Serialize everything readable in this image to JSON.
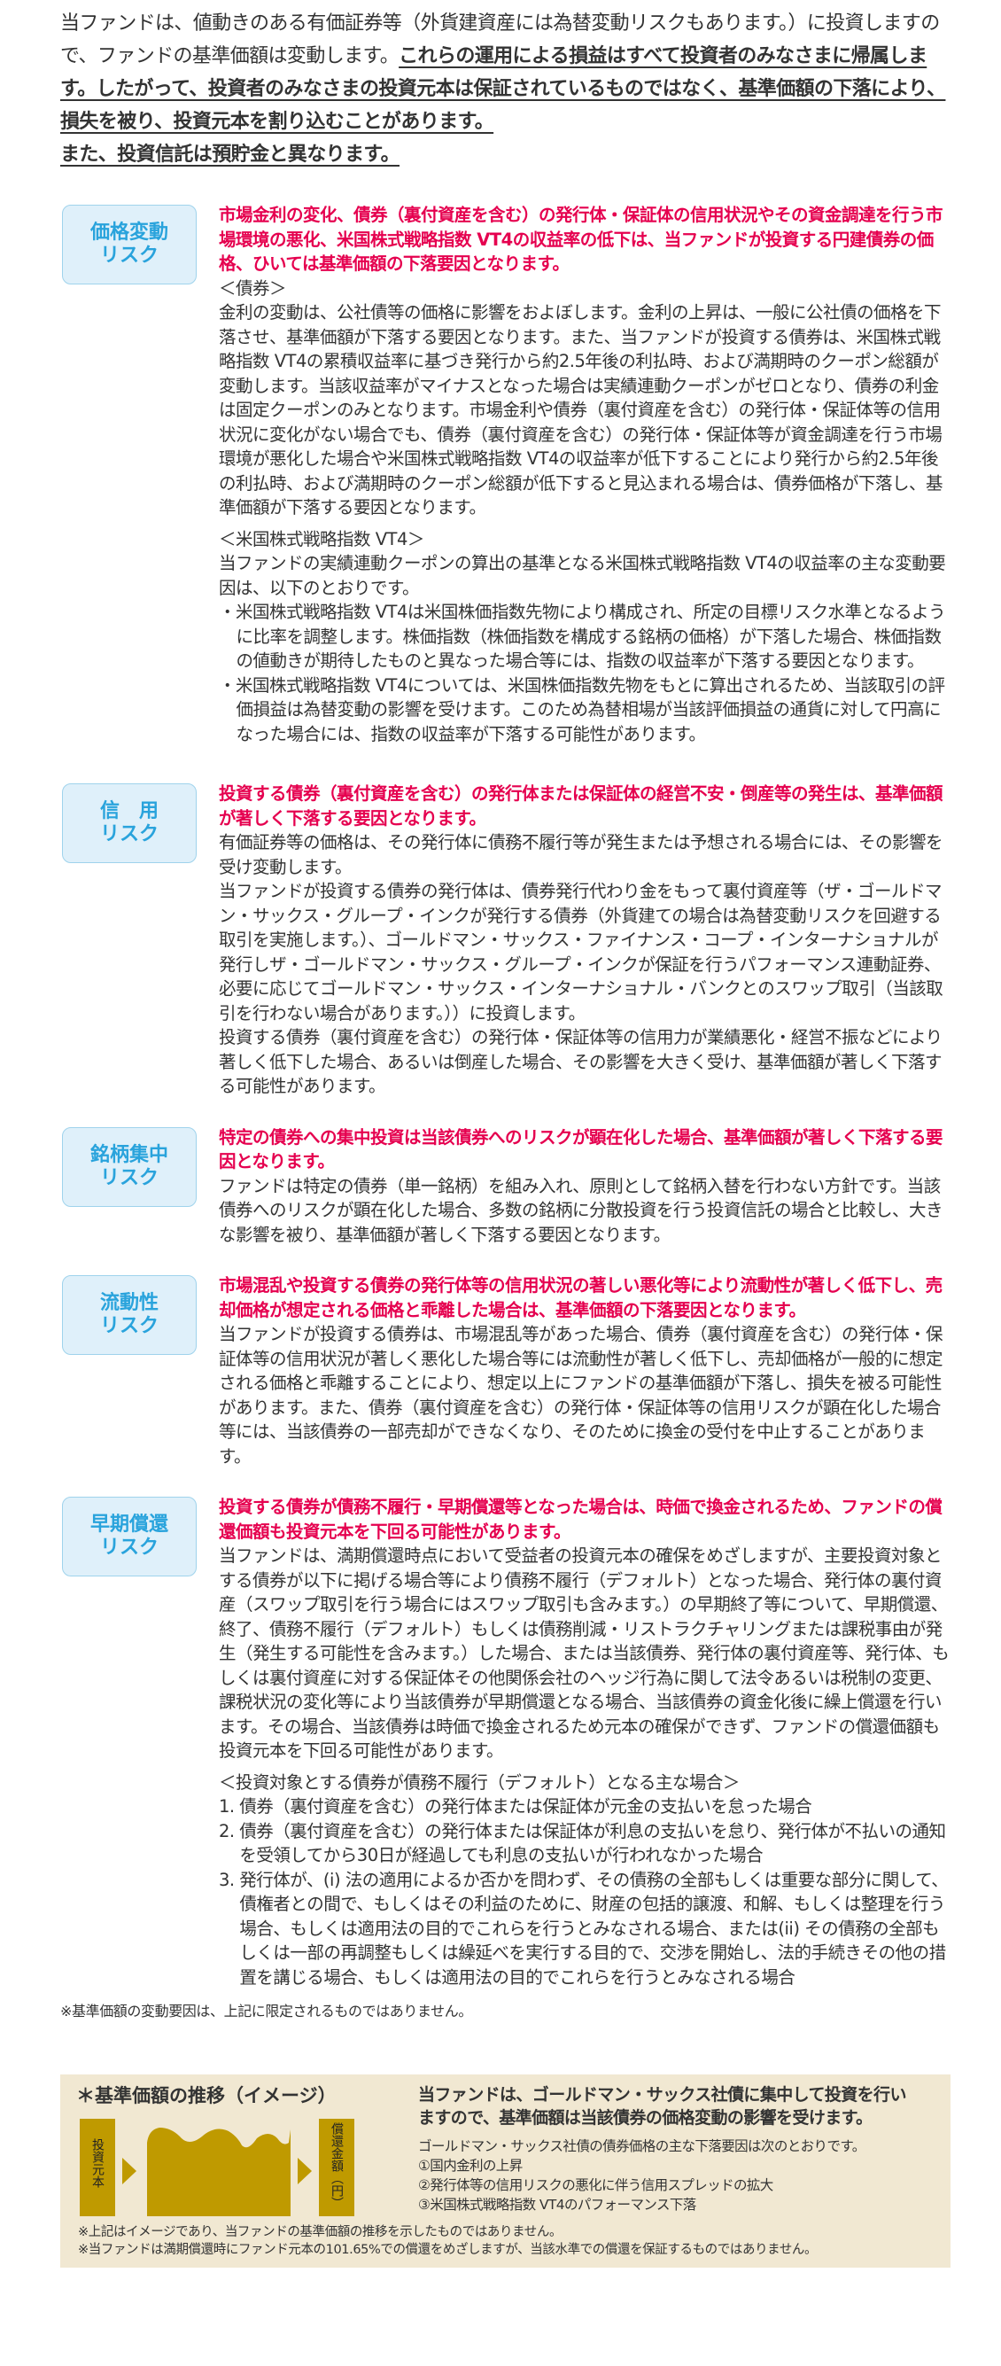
{
  "intro": {
    "plain": "当ファンドは、値動きのある有価証券等（外貨建資産には為替変動リスクもあります。）に投資しますので、ファンドの基準価額は変動します。",
    "underlined": "これらの運用による損益はすべて投資者のみなさまに帰属します。したがって、投資者のみなさまの投資元本は保証されているものではなく、基準価額の下落により、損失を被り、投資元本を割り込むことがあります。",
    "underlined2": "また、投資信託は預貯金と異なります。"
  },
  "sections": [
    {
      "label1": "価格変動",
      "label2": "リスク",
      "lead": "市場金利の変化、債券（裏付資産を含む）の発行体・保証体の信用状況やその資金調達を行う市場環境の悪化、米国株式戦略指数 VT4の収益率の低下は、当ファンドが投資する円建債券の価格、ひいては基準価額の下落要因となります。",
      "sub1": "＜債券＞",
      "p1": "金利の変動は、公社債等の価格に影響をおよぼします。金利の上昇は、一般に公社債の価格を下落させ、基準価額が下落する要因となります。また、当ファンドが投資する債券は、米国株式戦略指数 VT4の累積収益率に基づき発行から約2.5年後の利払時、および満期時のクーポン総額が変動します。当該収益率がマイナスとなった場合は実績連動クーポンがゼロとなり、債券の利金は固定クーポンのみとなります。市場金利や債券（裏付資産を含む）の発行体・保証体等の信用状況に変化がない場合でも、債券（裏付資産を含む）の発行体・保証体等が資金調達を行う市場環境が悪化した場合や米国株式戦略指数 VT4の収益率が低下することにより発行から約2.5年後の利払時、および満期時のクーポン総額が低下すると見込まれる場合は、債券価格が下落し、基準価額が下落する要因となります。",
      "sub2": "＜米国株式戦略指数 VT4＞",
      "p2": "当ファンドの実績連動クーポンの算出の基準となる米国株式戦略指数 VT4の収益率の主な変動要因は、以下のとおりです。",
      "b1": "・米国株式戦略指数 VT4は米国株価指数先物により構成され、所定の目標リスク水準となるように比率を調整します。株価指数（株価指数を構成する銘柄の価格）が下落した場合、株価指数の値動きが期待したものと異なった場合等には、指数の収益率が下落する要因となります。",
      "b2": "・米国株式戦略指数 VT4については、米国株価指数先物をもとに算出されるため、当該取引の評価損益は為替変動の影響を受けます。このため為替相場が当該評価損益の通貨に対して円高になった場合には、指数の収益率が下落する可能性があります。"
    },
    {
      "label1": "信　用",
      "label2": "リスク",
      "lead": "投資する債券（裏付資産を含む）の発行体または保証体の経営不安・倒産等の発生は、基準価額が著しく下落する要因となります。",
      "p1": "有価証券等の価格は、その発行体に債務不履行等が発生または予想される場合には、その影響を受け変動します。",
      "p2": "当ファンドが投資する債券の発行体は、債券発行代わり金をもって裏付資産等（ザ・ゴールドマン・サックス・グループ・インクが発行する債券（外貨建ての場合は為替変動リスクを回避する取引を実施します。）、ゴールドマン・サックス・ファイナンス・コープ・インターナショナルが発行しザ・ゴールドマン・サックス・グループ・インクが保証を行うパフォーマンス連動証券、必要に応じてゴールドマン・サックス・インターナショナル・バンクとのスワップ取引（当該取引を行わない場合があります。））に投資します。",
      "p3": "投資する債券（裏付資産を含む）の発行体・保証体等の信用力が業績悪化・経営不振などにより著しく低下した場合、あるいは倒産した場合、その影響を大きく受け、基準価額が著しく下落する可能性があります。"
    },
    {
      "label1": "銘柄集中",
      "label2": "リスク",
      "lead": "特定の債券への集中投資は当該債券へのリスクが顕在化した場合、基準価額が著しく下落する要因となります。",
      "p1": "ファンドは特定の債券（単一銘柄）を組み入れ、原則として銘柄入替を行わない方針です。当該債券へのリスクが顕在化した場合、多数の銘柄に分散投資を行う投資信託の場合と比較し、大きな影響を被り、基準価額が著しく下落する要因となります。"
    },
    {
      "label1": "流動性",
      "label2": "リスク",
      "lead": "市場混乱や投資する債券の発行体等の信用状況の著しい悪化等により流動性が著しく低下し、売却価格が想定される価格と乖離した場合は、基準価額の下落要因となります。",
      "p1": "当ファンドが投資する債券は、市場混乱等があった場合、債券（裏付資産を含む）の発行体・保証体等の信用状況が著しく悪化した場合等には流動性が著しく低下し、売却価格が一般的に想定される価格と乖離することにより、想定以上にファンドの基準価額が下落し、損失を被る可能性があります。また、債券（裏付資産を含む）の発行体・保証体等の信用リスクが顕在化した場合等には、当該債券の一部売却ができなくなり、そのために換金の受付を中止することがあります。"
    },
    {
      "label1": "早期償還",
      "label2": "リスク",
      "lead": "投資する債券が債務不履行・早期償還等となった場合は、時価で換金されるため、ファンドの償還価額も投資元本を下回る可能性があります。",
      "p1": "当ファンドは、満期償還時点において受益者の投資元本の確保をめざしますが、主要投資対象とする債券が以下に掲げる場合等により債務不履行（デフォルト）となった場合、発行体の裏付資産（スワップ取引を行う場合にはスワップ取引も含みます。）の早期終了等について、早期償還、終了、債務不履行（デフォルト）もしくは債務削減・リストラクチャリングまたは課税事由が発生（発生する可能性を含みます。）した場合、または当該債券、発行体の裏付資産等、発行体、もしくは裏付資産に対する保証体その他関係会社のヘッジ行為に関して法令あるいは税制の変更、課税状況の変化等により当該債券が早期償還となる場合、当該債券の資金化後に繰上償還を行います。その場合、当該債券は時価で換金されるため元本の確保ができず、ファンドの償還価額も投資元本を下回る可能性があります。",
      "sub1": "＜投資対象とする債券が債務不履行（デフォルト）となる主な場合＞",
      "n1": "1. 債券（裏付資産を含む）の発行体または保証体が元金の支払いを怠った場合",
      "n2": "2. 債券（裏付資産を含む）の発行体または保証体が利息の支払いを怠り、発行体が不払いの通知を受領してから30日が経過しても利息の支払いが行われなかった場合",
      "n3": "3. 発行体が、(i) 法の適用によるか否かを問わず、その債務の全部もしくは重要な部分に関して、債権者との間で、もしくはその利益のために、財産の包括的譲渡、和解、もしくは整理を行う場合、もしくは適用法の目的でこれらを行うとみなされる場合、または(ii) その債務の全部もしくは一部の再調整もしくは繰延べを実行する目的で、交渉を開始し、法的手続きその他の措置を講じる場合、もしくは適用法の目的でこれらを行うとみなされる場合"
    }
  ],
  "footnote": "※基準価額の変動要因は、上記に限定されるものではありません。",
  "image_box": {
    "title": "＊基準価額の推移（イメージ）",
    "left_bar": "投資元本",
    "right_bar": "償還金額（円）",
    "summary": "当ファンドは、ゴールドマン・サックス社債に集中して投資を行いますので、基準価額は当該債券の価格変動の影響を受けます。",
    "factors_title": "ゴールドマン・サックス社債の債券価格の主な下落要因は次のとおりです。",
    "factors": [
      "①国内金利の上昇",
      "②発行体等の信用リスクの悪化に伴う信用スプレッドの拡大",
      "③米国株式戦略指数 VT4のパフォーマンス下落"
    ],
    "notes": [
      "※上記はイメージであり、当ファンドの基準価額の推移を示したものではありません。",
      "※当ファンドは満期償還時にファンド元本の101.65%での償還をめざしますが、当該水準での償還を保証するものではありません。"
    ],
    "colors": {
      "bar": "#bf9a00",
      "background": "#f1e8d2"
    }
  },
  "colors": {
    "lead_red": "#e5004f",
    "label_blue": "#29a3dc",
    "label_bg": "#dff0fa"
  }
}
